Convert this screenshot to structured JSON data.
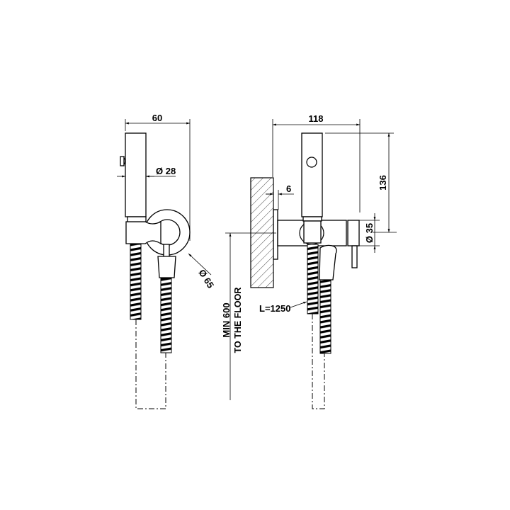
{
  "side_view": {
    "width_dim": "60",
    "handshower_diameter": "Ø 28",
    "holder_diameter": "Ø 65"
  },
  "front_view": {
    "width_dim": "118",
    "height_dim": "136",
    "wall_gap": "6",
    "body_diameter": "Ø 35",
    "hose_length": "L=1250",
    "floor_note_line1": "MIN 600",
    "floor_note_line2": "TO THE FLOOR"
  }
}
